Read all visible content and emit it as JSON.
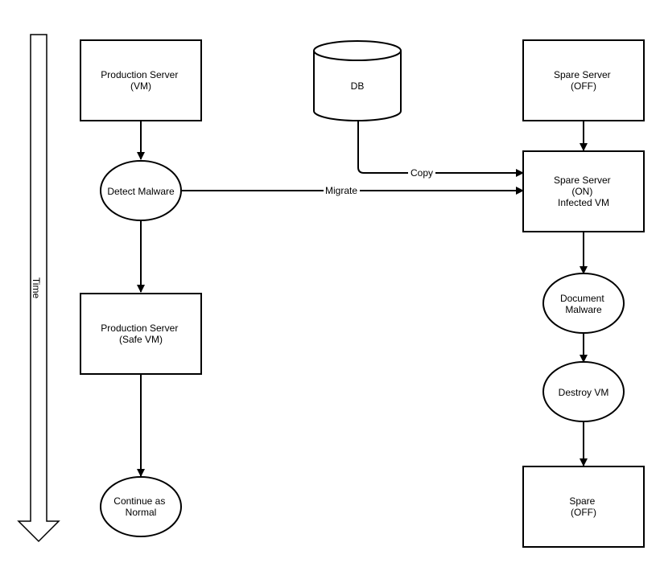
{
  "diagram": {
    "time_label": "Time",
    "nodes": {
      "prod_server": [
        "Production Server",
        "(VM)"
      ],
      "detect_malware": [
        "Detect Malware"
      ],
      "prod_safe": [
        "Production Server",
        "(Safe VM)"
      ],
      "continue_normal": [
        "Continue as",
        "Normal"
      ],
      "db": [
        "DB"
      ],
      "spare_off": [
        "Spare Server",
        "(OFF)"
      ],
      "spare_on": [
        "Spare Server",
        "(ON)",
        "Infected VM"
      ],
      "document_malware": [
        "Document",
        "Malware"
      ],
      "destroy_vm": [
        "Destroy VM"
      ],
      "spare_final": [
        "Spare",
        "(OFF)"
      ]
    },
    "edge_labels": {
      "copy": "Copy",
      "migrate": "Migrate"
    }
  }
}
